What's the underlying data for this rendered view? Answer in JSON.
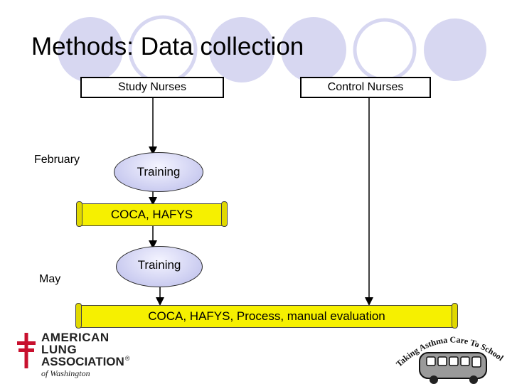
{
  "slide": {
    "title": "Methods: Data collection"
  },
  "columns": {
    "study": "Study Nurses",
    "control": "Control Nurses"
  },
  "timeline": {
    "first": "February",
    "second": "May"
  },
  "steps": {
    "training_1": "Training",
    "scroll_1": "COCA, HAFYS",
    "training_2": "Training",
    "scroll_2": "COCA, HAFYS, Process, manual evaluation"
  },
  "logos": {
    "ala_line1": "AMERICAN",
    "ala_line2": "LUNG",
    "ala_line3": "ASSOCIATION",
    "ala_registered": "®",
    "ala_line4": "of Washington",
    "school_arc": "Taking Asthma Care To School"
  },
  "colors": {
    "decor_circle": "#d7d7f1",
    "ellipse_fill": "#b9bbea",
    "scroll_fill": "#f6f000",
    "ala_red": "#c8102e"
  }
}
